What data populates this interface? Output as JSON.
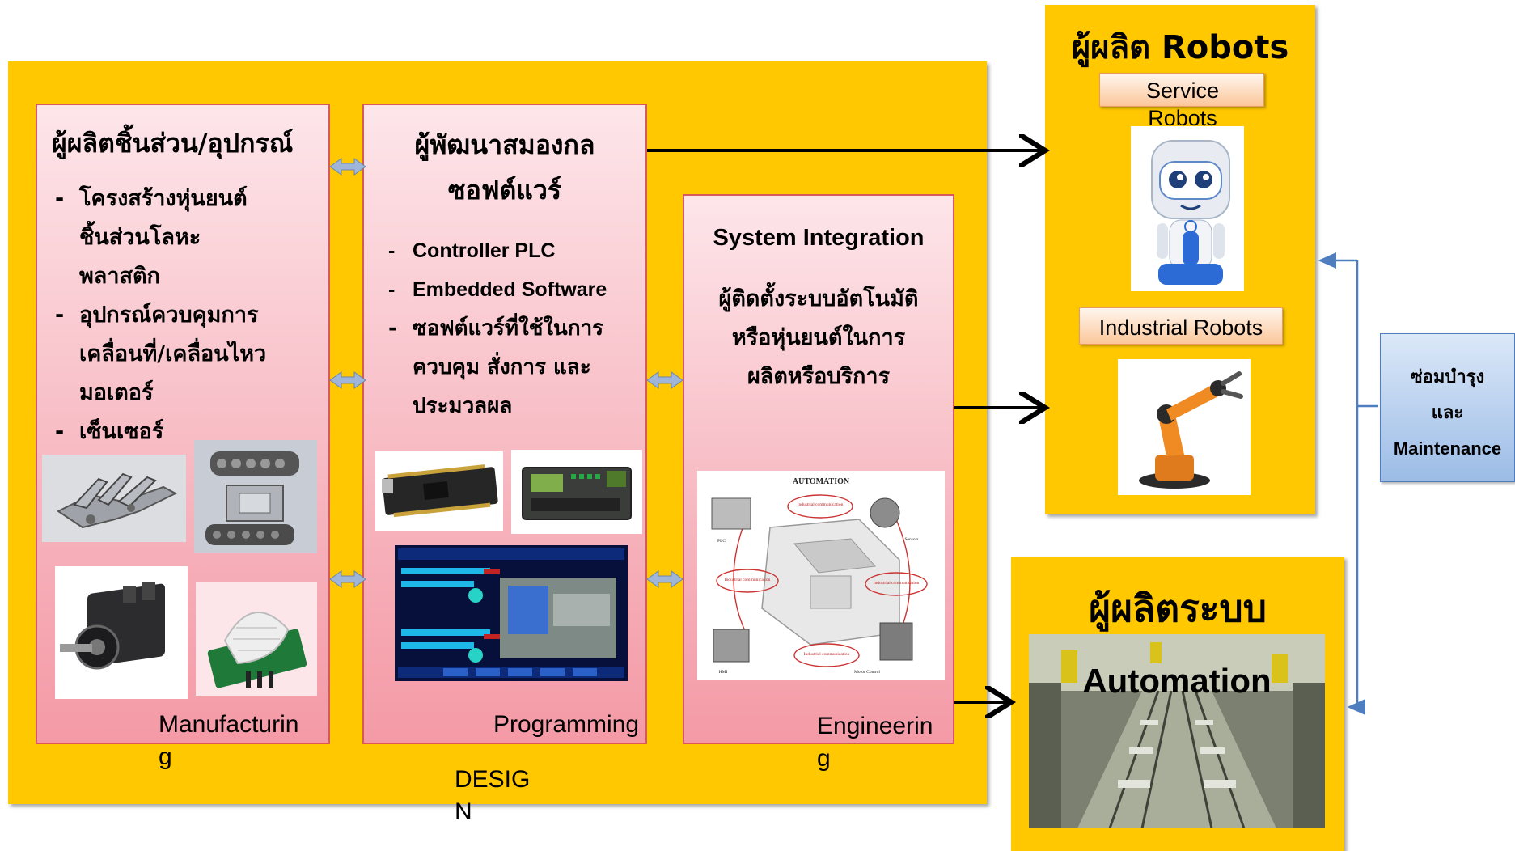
{
  "design_panel": {
    "label": "DESIGN"
  },
  "manufacturing": {
    "title": "ผู้ผลิตชิ้นส่วน/อุปกรณ์",
    "bullets": [
      {
        "dash": "-",
        "lines": [
          "โครงสร้างหุ่นยนต์",
          "ชิ้นส่วนโลหะ",
          "พลาสติก"
        ]
      },
      {
        "dash": "-",
        "lines": [
          "อุปกรณ์ควบคุมการ",
          "เคลื่อนที่/เคลื่อนไหว",
          "มอเตอร์"
        ]
      },
      {
        "dash": "-",
        "lines": [
          "เซ็นเซอร์"
        ]
      }
    ],
    "footer": "Manufacturing"
  },
  "programming": {
    "title_line1": "ผู้พัฒนาสมองกล",
    "title_line2": "ซอฟต์แวร์",
    "bullets": [
      {
        "dash": "-",
        "lines": [
          "Controller PLC"
        ]
      },
      {
        "dash": "-",
        "lines": [
          "Embedded Software"
        ]
      },
      {
        "dash": "-",
        "lines": [
          "ซอฟต์แวร์ที่ใช้ในการ",
          "ควบคุม สั่งการ และ",
          "ประมวลผล"
        ]
      }
    ],
    "footer": "Programming"
  },
  "engineering": {
    "title": "System Integration",
    "desc_lines": [
      "ผู้ติดตั้งระบบอัตโนมัติ",
      "หรือหุ่นยนต์ในการ",
      "ผลิตหรือบริการ"
    ],
    "footer": "Engineering",
    "figure": {
      "title": "AUTOMATION",
      "labels": [
        "Industrial communication",
        "Sensors",
        "Industrial communication",
        "Industrial communication",
        "Industrial communication",
        "PLC",
        "HMI",
        "Motor Control"
      ]
    }
  },
  "robots_panel": {
    "title": "ผู้ผลิต Robots",
    "service_label": "Service Robots",
    "industrial_label": "Industrial Robots"
  },
  "systems_panel": {
    "title": "ผู้ผลิตระบบ",
    "overlay_label": "Automation"
  },
  "maintenance": {
    "lines": [
      "ซ่อมบำรุง",
      "และ",
      "Maintenance"
    ]
  },
  "colors": {
    "gold": "#ffc800",
    "pink_border": "#d65a5a",
    "double_arrow": "#9fb6d8",
    "connector": "#4f7ec0"
  }
}
